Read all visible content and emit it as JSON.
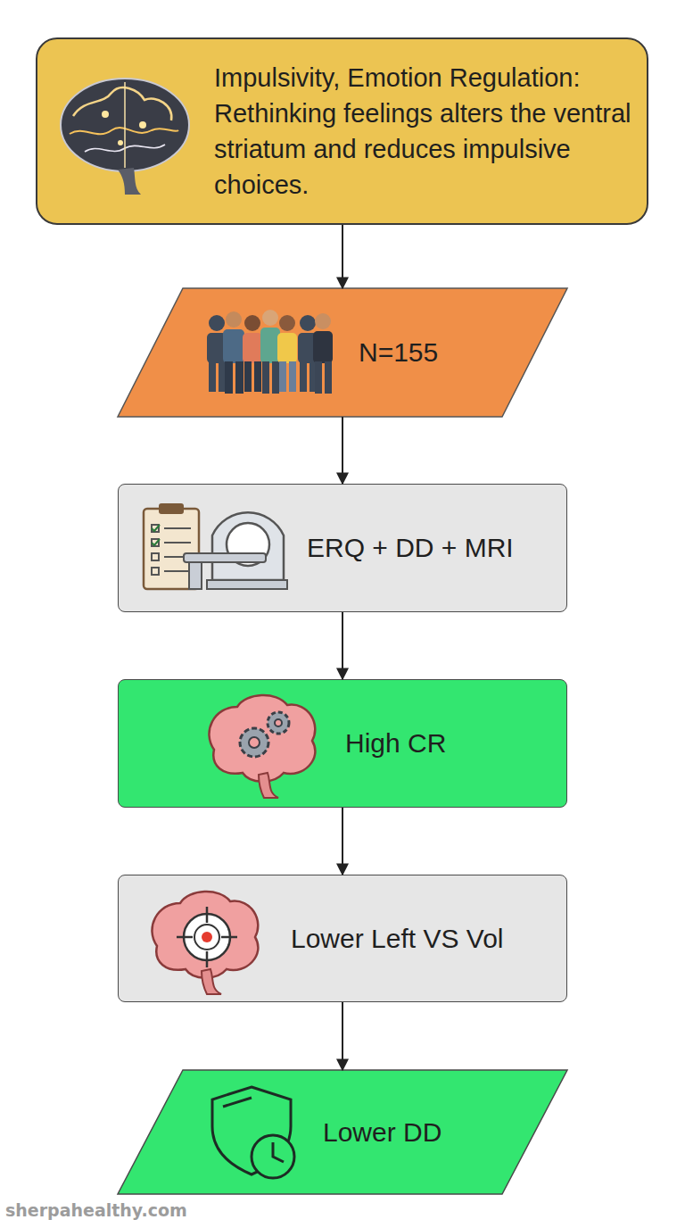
{
  "diagram": {
    "nodes": [
      {
        "text": [
          "Impulsivity, Emotion Regulation: Rethinking feelings alters the ventral striatum and reduces impulsive choices."
        ]
      },
      {
        "text": [
          "N=155"
        ]
      },
      {
        "text": [
          "ERQ + DD + MRI"
        ]
      },
      {
        "text": [
          "High CR"
        ]
      },
      {
        "text": [
          "Lower Left VS Vol"
        ]
      },
      {
        "text": [
          "Lower DD"
        ]
      }
    ],
    "edges": [
      {
        "from": 0,
        "to": 1,
        "arrow": "to"
      },
      {
        "from": 1,
        "to": 2,
        "arrow": "to"
      },
      {
        "from": 2,
        "to": 3,
        "arrow": "to"
      },
      {
        "from": 3,
        "to": 4,
        "arrow": "to"
      },
      {
        "from": 4,
        "to": 5,
        "arrow": "to"
      }
    ],
    "labels": [
      "sherpahealthy.com"
    ]
  }
}
